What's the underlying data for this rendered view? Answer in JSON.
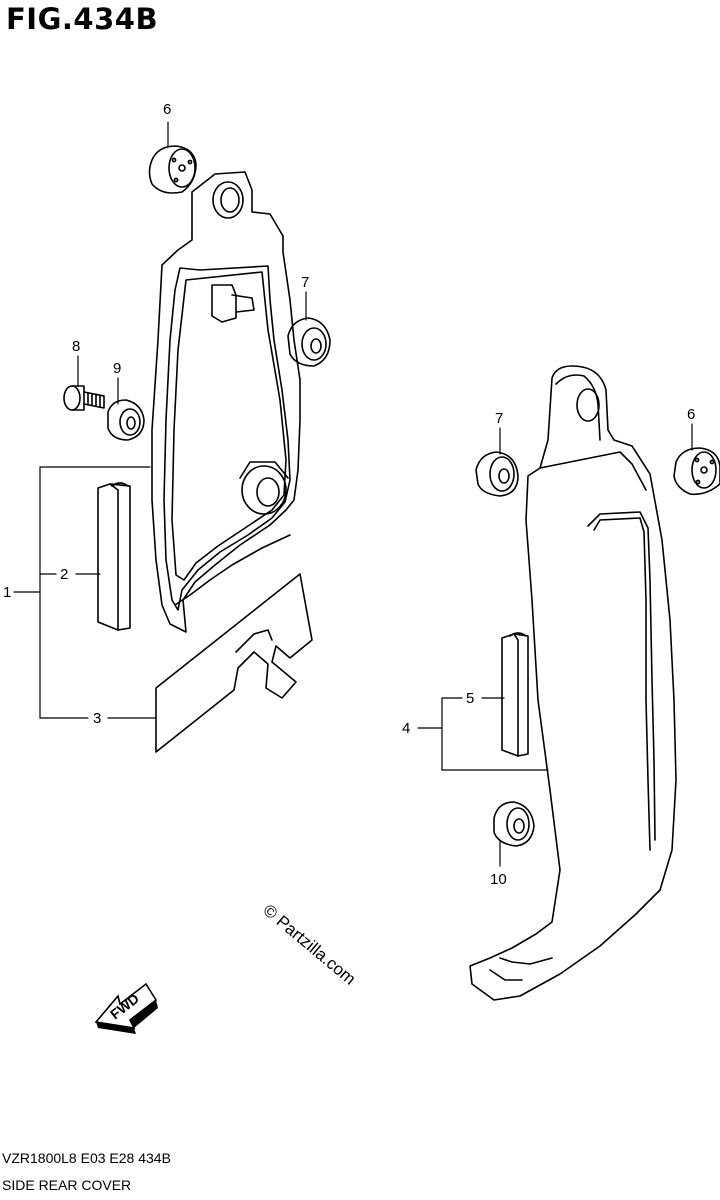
{
  "figure": {
    "title": "FIG.434B",
    "footer_code": "VZR1800L8  E03  E28  434B",
    "footer_title": "SIDE REAR COVER",
    "watermark": "© Partzilla.com",
    "fwd_label": "FWD"
  },
  "callouts": [
    {
      "id": "1",
      "label": "1"
    },
    {
      "id": "2",
      "label": "2"
    },
    {
      "id": "3",
      "label": "3"
    },
    {
      "id": "4",
      "label": "4"
    },
    {
      "id": "5",
      "label": "5"
    },
    {
      "id": "6a",
      "label": "6"
    },
    {
      "id": "6b",
      "label": "6"
    },
    {
      "id": "7a",
      "label": "7"
    },
    {
      "id": "7b",
      "label": "7"
    },
    {
      "id": "8",
      "label": "8"
    },
    {
      "id": "9",
      "label": "9"
    },
    {
      "id": "10",
      "label": "10"
    }
  ]
}
